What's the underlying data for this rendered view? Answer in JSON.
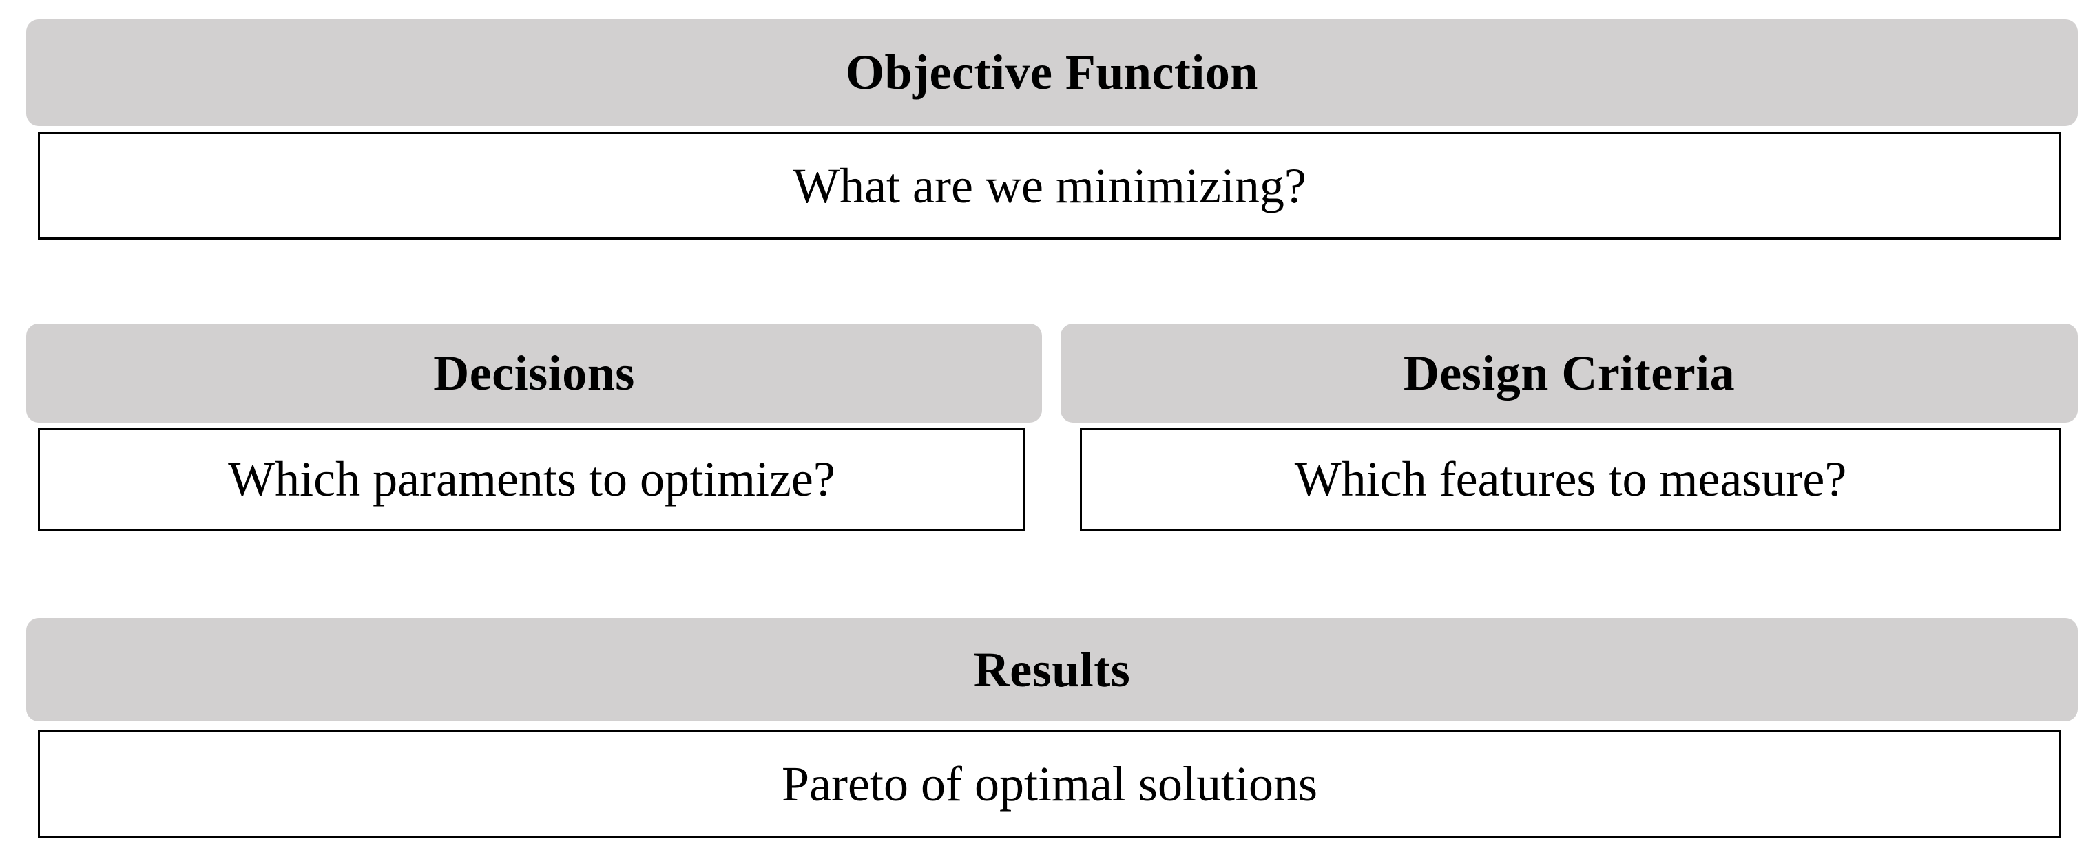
{
  "diagram": {
    "sections": {
      "objective": {
        "header": "Objective Function",
        "body": "What are we minimizing?"
      },
      "decisions": {
        "header": "Decisions",
        "body": "Which paraments to optimize?"
      },
      "design_criteria": {
        "header": "Design Criteria",
        "body": "Which features to measure?"
      },
      "results": {
        "header": "Results",
        "body": "Pareto of optimal solutions"
      }
    },
    "colors": {
      "header_bg": "#d2d0d0",
      "box_border": "#000000",
      "text": "#000000",
      "page_bg": "#ffffff"
    }
  }
}
